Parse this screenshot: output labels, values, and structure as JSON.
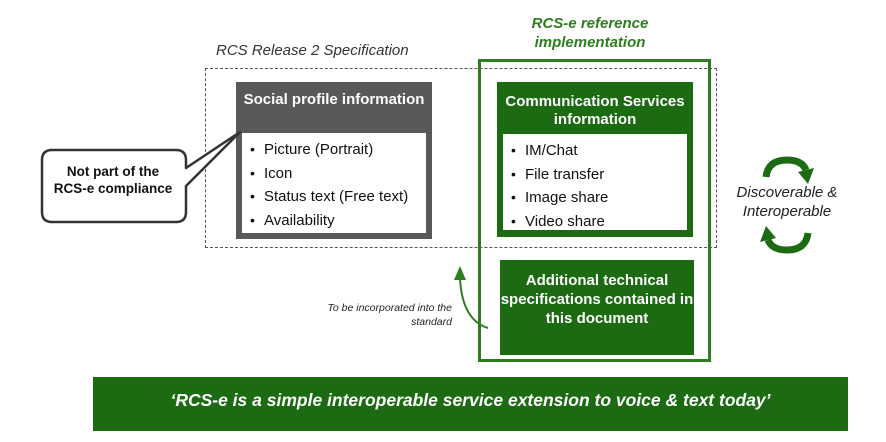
{
  "spec_label": "RCS Release 2 Specification",
  "reference_label": "RCS-e reference implementation",
  "social_profile": {
    "title": "Social profile information",
    "items": [
      "Picture (Portrait)",
      "Icon",
      "Status text (Free text)",
      "Availability"
    ]
  },
  "communication": {
    "title": "Communication Services information",
    "items": [
      "IM/Chat",
      "File transfer",
      "Image share",
      "Video share"
    ]
  },
  "additional": "Additional technical specifications contained in this document",
  "incorporate_note": "To be incorporated into the standard",
  "callout": "Not part of the RCS-e compliance",
  "discoverable": "Discoverable & Interoperable",
  "banner": "‘RCS-e is a simple interoperable service extension to voice & text today’",
  "bullet": "•",
  "colors": {
    "green_dark": "#1c6b12",
    "green_label": "#2e7d1e",
    "gray_box": "#595959"
  },
  "icons": [
    "cycle-arrows-icon",
    "curved-arrow-icon",
    "speech-bubble-icon"
  ]
}
